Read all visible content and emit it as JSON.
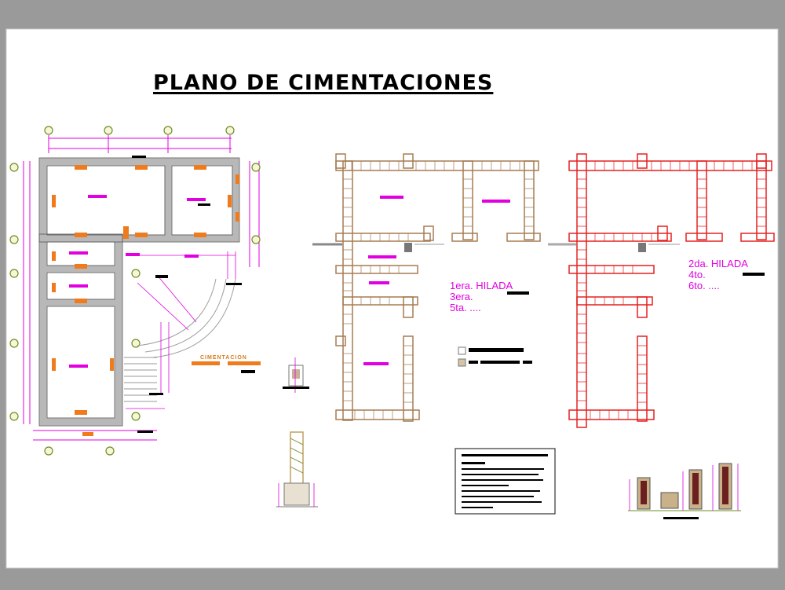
{
  "drawing": {
    "title": "PLANO DE CIMENTACIONES",
    "foundation_label": "CIMENTACION",
    "first_course_notes": [
      "1era. HILADA",
      "3era.",
      "5ta. ...."
    ],
    "second_course_notes": [
      "2da. HILADA",
      "4to.",
      "6to. ...."
    ]
  },
  "colors": {
    "background": "#9a9a9a",
    "sheet": "#ffffff",
    "dimension_lines": "#e000e0",
    "walls": "#b0b0b0",
    "footings": "#f07b1c",
    "brick_course_odd": "#a67c52",
    "brick_course_even": "#e52020",
    "ink": "#000000",
    "axis_markers": "#6b8e23"
  }
}
